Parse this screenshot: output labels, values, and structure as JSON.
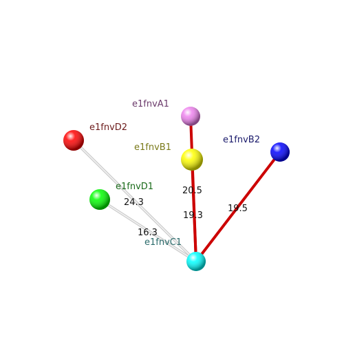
{
  "nodes": [
    {
      "id": "e1fnvA1",
      "label": "e1fnvA1",
      "color": "#ee82ee",
      "label_color": "#6b3a6b"
    },
    {
      "id": "e1fnvB1",
      "label": "e1fnvB1",
      "color": "#ffff00",
      "label_color": "#7a7a1a"
    },
    {
      "id": "e1fnvB2",
      "label": "e1fnvB2",
      "color": "#0000ff",
      "label_color": "#1a1a6b"
    },
    {
      "id": "e1fnvC1",
      "label": "e1fnvC1",
      "color": "#00ffff",
      "label_color": "#2a6b6b"
    },
    {
      "id": "e1fnvD1",
      "label": "e1fnvD1",
      "color": "#00ff00",
      "label_color": "#1a6b1a"
    },
    {
      "id": "e1fnvD2",
      "label": "e1fnvD2",
      "color": "#ff0000",
      "label_color": "#6b1a1a"
    }
  ],
  "edges": [
    {
      "from": "e1fnvC1",
      "to": "e1fnvA1",
      "label": "20.5",
      "color": "#cc0000"
    },
    {
      "from": "e1fnvC1",
      "to": "e1fnvB1",
      "label": "19.3",
      "color": "#cc0000"
    },
    {
      "from": "e1fnvC1",
      "to": "e1fnvB2",
      "label": "19.5",
      "color": "#cc0000"
    },
    {
      "from": "e1fnvC1",
      "to": "e1fnvD2",
      "label": "24.3",
      "color": "#cccccc"
    },
    {
      "from": "e1fnvC1",
      "to": "e1fnvD1",
      "label": "16.3",
      "color": "#cccccc"
    }
  ]
}
